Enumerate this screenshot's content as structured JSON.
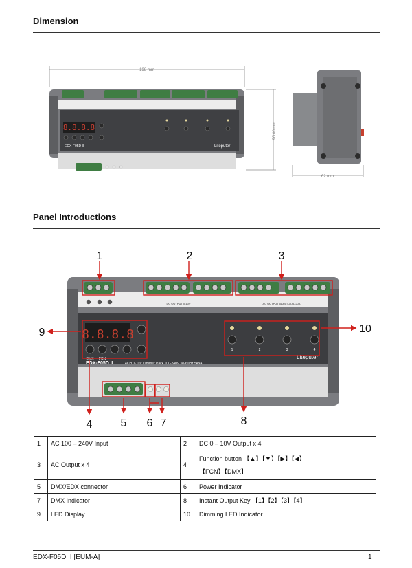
{
  "sections": {
    "dimension_title": "Dimension",
    "panel_title": "Panel Introductions"
  },
  "dimension_drawing": {
    "width_label": "198 mm",
    "height_label": "90.00 mm",
    "depth_label": "62 mm",
    "front_model_label": "EDX-F05D II",
    "brand": "Liteputer"
  },
  "panel_drawing": {
    "model": "EDX-F05D II",
    "spec_text": "4CH 0-10V Dimmer Pack 100-240V 50-60Hz 5Ax4",
    "brand": "Liteputer",
    "display_digits": "8.8.8.8",
    "dc_output_label": "DC OUTPUT 0-10V",
    "ac_output_label": "AC OUTPUT 5Ax4 TOTAL 20A",
    "button_dmx": "DMX",
    "button_fcn": "FCN",
    "key_labels": [
      "1",
      "2",
      "3",
      "4"
    ],
    "callouts": [
      "1",
      "2",
      "3",
      "4",
      "5",
      "6",
      "7",
      "8",
      "9",
      "10"
    ]
  },
  "spec_table": {
    "rows": [
      {
        "n1": "1",
        "d1": "AC 100 – 240V Input",
        "n2": "2",
        "d2": "DC 0 – 10V Output x 4"
      },
      {
        "n1": "3",
        "d1": "AC Output x 4",
        "n2": "4",
        "d2": "Function button 【▲】【▼】【▶】【◀】",
        "d2b": "【FCN】【DMX】"
      },
      {
        "n1": "5",
        "d1": "DMX/EDX connector",
        "n2": "6",
        "d2": "Power Indicator"
      },
      {
        "n1": "7",
        "d1": "DMX Indicator",
        "n2": "8",
        "d2": "Instant Output Key 【1】【2】【3】【4】"
      },
      {
        "n1": "9",
        "d1": "LED Display",
        "n2": "10",
        "d2": "Dimming LED Indicator"
      }
    ]
  },
  "footer": {
    "doc_id": "EDX-F05D II [EUM-A]",
    "page": "1"
  },
  "colors": {
    "callout_red": "#d0201c",
    "device_body": "#6f7073",
    "device_panel": "#3c3d40",
    "terminal_green": "#3f7d43"
  }
}
